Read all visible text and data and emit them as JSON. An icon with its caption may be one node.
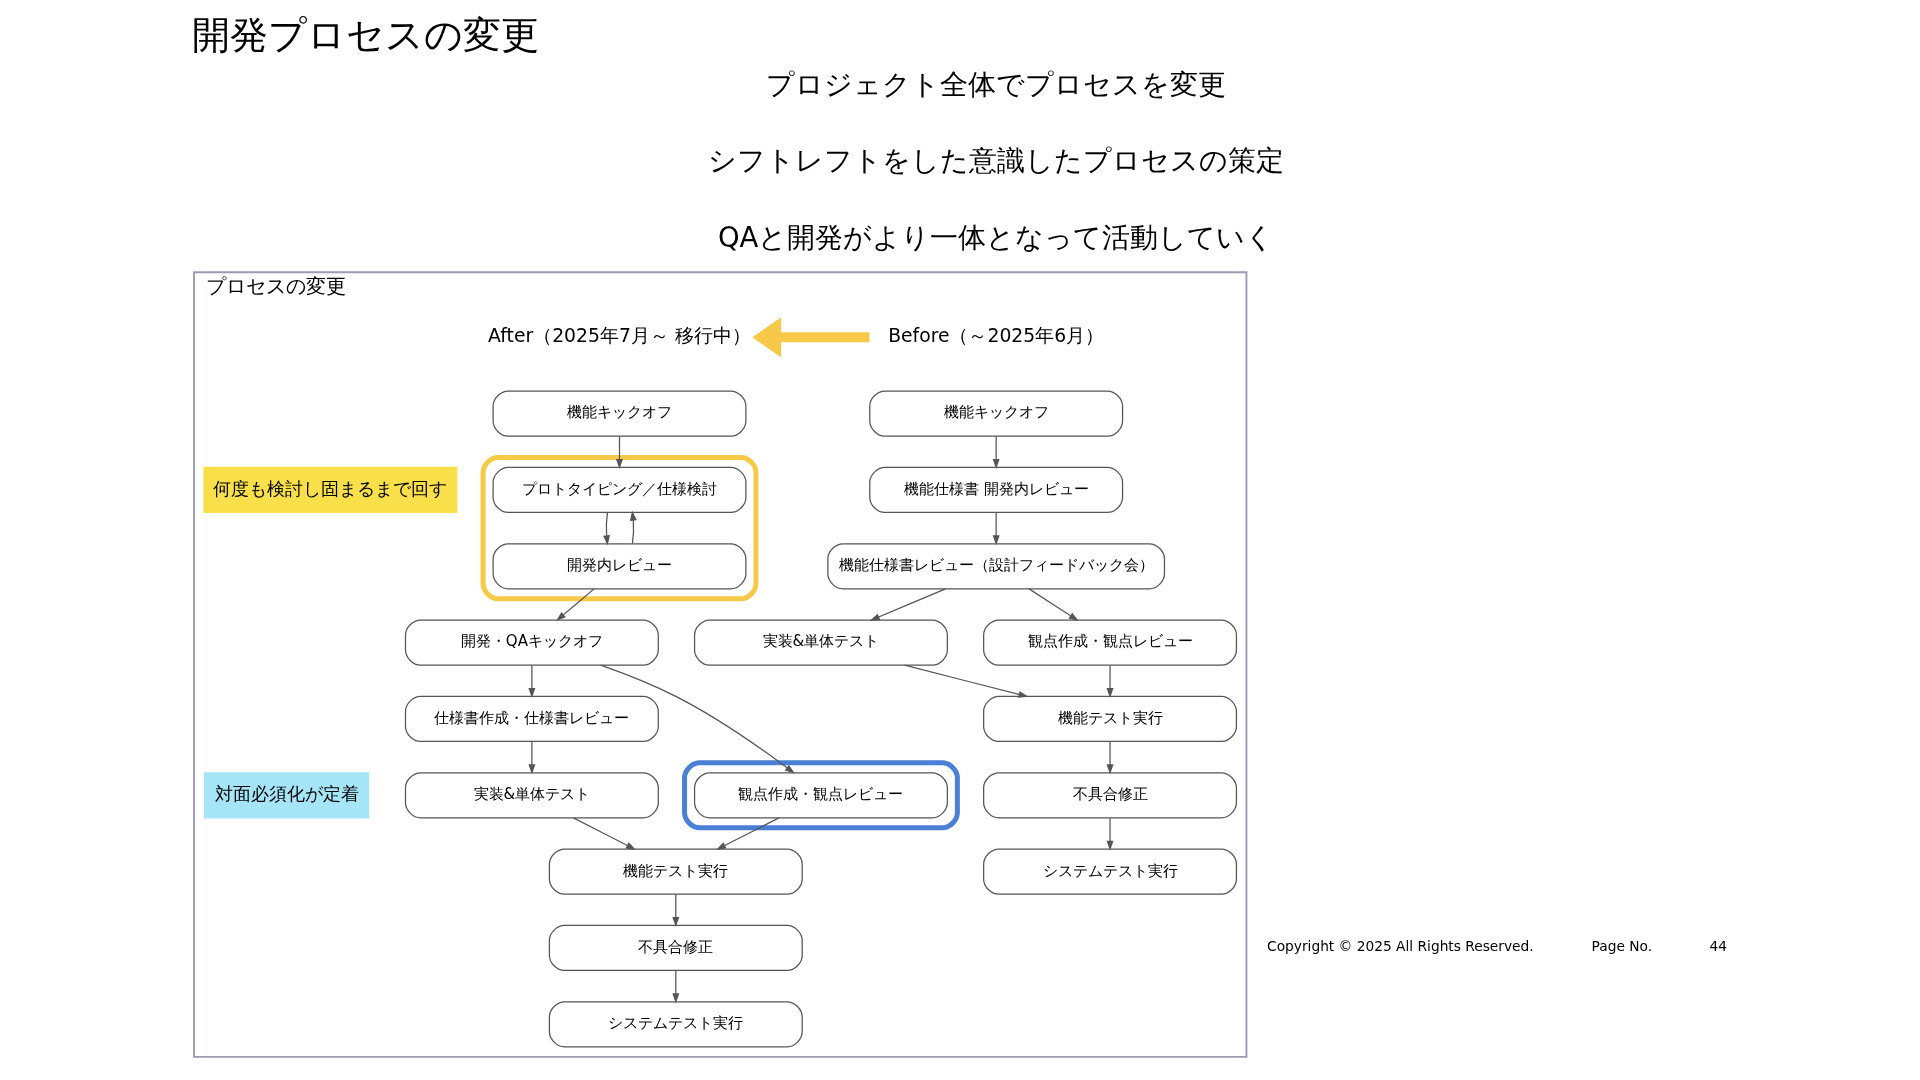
{
  "diagram": {
    "title": "開発プロセスの変更",
    "nodes": [
      {
        "text": [
          "プロセスの変更"
        ]
      },
      {
        "text": [
          "Before（～2025年6月）"
        ],
        "in": 0
      },
      {
        "text": [
          "機能キックオフ"
        ],
        "in": 0
      },
      {
        "text": [
          "機能仕様書 開発内レビュー"
        ],
        "in": 0
      },
      {
        "text": [
          "機能仕様書レビュー（設計フィードバック会）"
        ],
        "in": 0
      },
      {
        "text": [
          "実装&単体テスト"
        ],
        "in": 0
      },
      {
        "text": [
          "観点作成・観点レビュー"
        ],
        "in": 0
      },
      {
        "text": [
          "機能テスト実行"
        ],
        "in": 0
      },
      {
        "text": [
          "不具合修正"
        ],
        "in": 0
      },
      {
        "text": [
          "システムテスト実行"
        ],
        "in": 0
      },
      {
        "text": [
          "After（2025年7月～ 移行中）"
        ],
        "in": 0
      },
      {
        "text": [
          "機能キックオフ"
        ],
        "in": 0
      },
      {
        "text": [],
        "shape": "box",
        "in": 0
      },
      {
        "text": [
          "プロトタイピング／仕様検討"
        ],
        "in": 12
      },
      {
        "text": [
          "開発内レビュー"
        ],
        "in": 12
      },
      {
        "text": [
          "何度も検討し固まるまで回す"
        ],
        "in": 0
      },
      {
        "text": [
          "開発・QAキックオフ"
        ],
        "in": 0
      },
      {
        "text": [
          "仕様書作成・仕様書レビュー"
        ],
        "in": 0
      },
      {
        "text": [
          "実装&単体テスト"
        ],
        "in": 0
      },
      {
        "text": [],
        "shape": "box",
        "in": 0
      },
      {
        "text": [
          "観点作成・観点レビュー"
        ],
        "in": 19
      },
      {
        "text": [
          "対面必須化が定着"
        ],
        "in": 0
      },
      {
        "text": [
          "機能テスト実行"
        ],
        "in": 0
      },
      {
        "text": [
          "不具合修正"
        ],
        "in": 0
      },
      {
        "text": [
          "システムテスト実行"
        ],
        "in": 0
      }
    ],
    "edges": [
      {
        "from": 2,
        "to": 3,
        "arrow": "to"
      },
      {
        "from": 3,
        "to": 4,
        "arrow": "to"
      },
      {
        "from": 4,
        "to": 5,
        "arrow": "to"
      },
      {
        "from": 4,
        "to": 6,
        "arrow": "to"
      },
      {
        "from": 5,
        "to": 7,
        "arrow": "to"
      },
      {
        "from": 6,
        "to": 7,
        "arrow": "to"
      },
      {
        "from": 7,
        "to": 8,
        "arrow": "to"
      },
      {
        "from": 8,
        "to": 9,
        "arrow": "to"
      },
      {
        "from": 1,
        "to": 10,
        "arrow": "to",
        "style": "thick",
        "color": "#f7c948"
      },
      {
        "from": 11,
        "to": 13,
        "arrow": "to"
      },
      {
        "from": 13,
        "to": 14,
        "arrow": "to"
      },
      {
        "from": 14,
        "to": 13,
        "arrow": "to"
      },
      {
        "from": 14,
        "to": 16,
        "arrow": "to"
      },
      {
        "from": 16,
        "to": 17,
        "arrow": "to"
      },
      {
        "from": 16,
        "to": 20,
        "arrow": "to"
      },
      {
        "from": 17,
        "to": 18,
        "arrow": "to"
      },
      {
        "from": 18,
        "to": 22,
        "arrow": "to"
      },
      {
        "from": 20,
        "to": 22,
        "arrow": "to"
      },
      {
        "from": 22,
        "to": 23,
        "arrow": "to"
      },
      {
        "from": 23,
        "to": 24,
        "arrow": "to"
      }
    ],
    "labels": [
      "プロジェクト全体でプロセスを変更",
      "シフトレフトをした意識したプロセスの策定",
      "QAと開発がより一体となって活動していく",
      "Copyright © 2025 All Rights Reserved.",
      "Page No.",
      "44"
    ]
  }
}
